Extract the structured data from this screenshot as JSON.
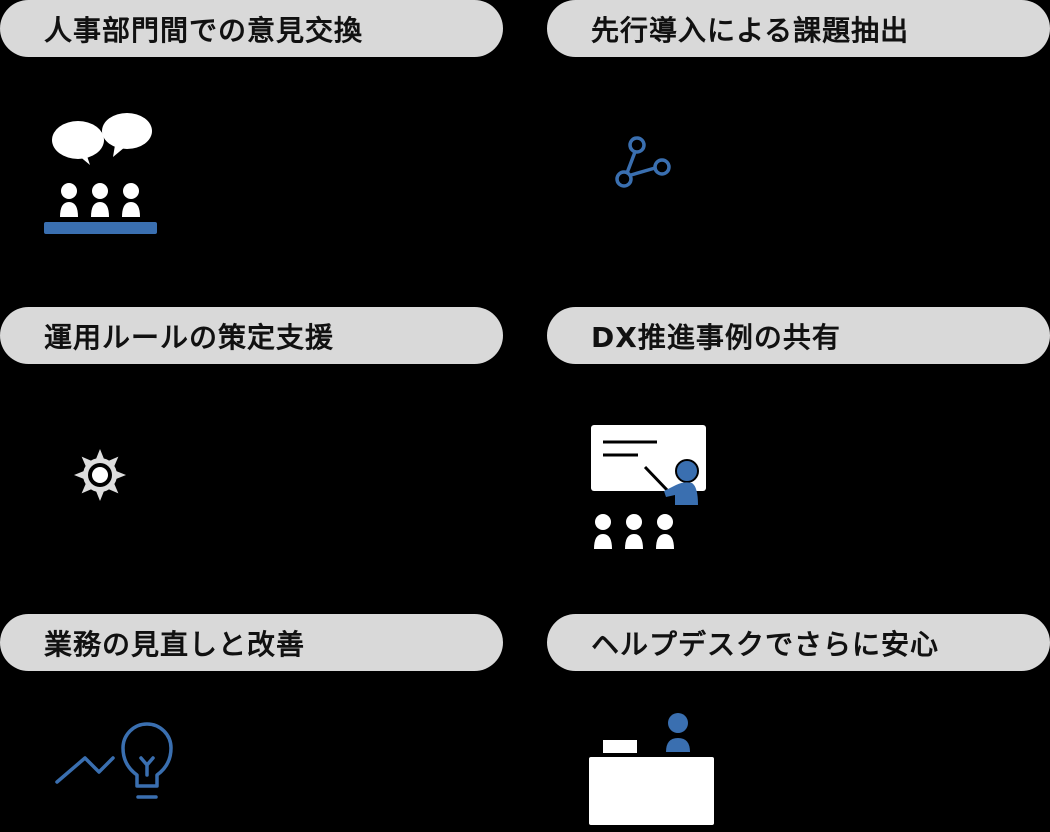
{
  "items": [
    {
      "title": "人事部門間での意見交換",
      "icon": "meeting-discussion-icon"
    },
    {
      "title": "先行導入による課題抽出",
      "icon": "branch-nodes-icon"
    },
    {
      "title": "運用ルールの策定支援",
      "icon": "gear-icon"
    },
    {
      "title": "DX推進事例の共有",
      "icon": "presentation-icon"
    },
    {
      "title": "業務の見直しと改善",
      "icon": "trend-lightbulb-icon"
    },
    {
      "title": "ヘルプデスクでさらに安心",
      "icon": "helpdesk-icon"
    }
  ],
  "colors": {
    "accent": "#3a6fb0",
    "pill": "#d9d9d9",
    "background": "#000000"
  }
}
